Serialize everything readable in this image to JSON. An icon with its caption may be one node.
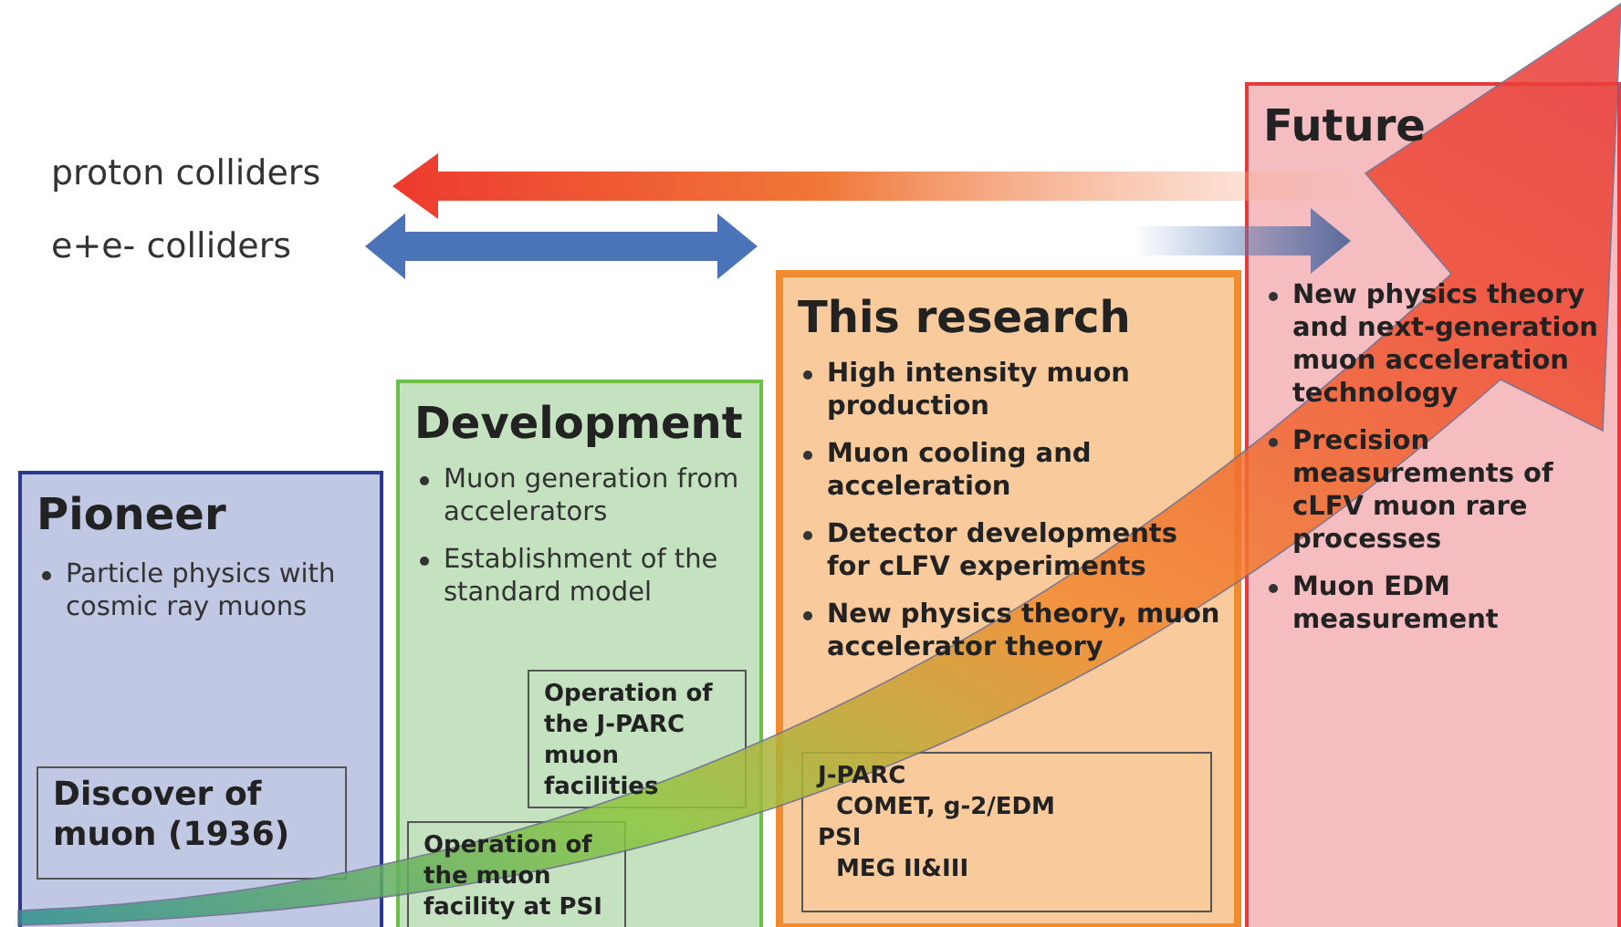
{
  "diagram": {
    "nodes": [
      {
        "text": [
          "Pioneer",
          "Particle physics with cosmic ray muons"
        ]
      },
      {
        "text": [
          "Discover of muon (1936)"
        ],
        "in": 0
      },
      {
        "text": [
          "Development",
          "Muon generation from accelerators",
          "Establishment of the standard model"
        ]
      },
      {
        "text": [
          "Operation of the J-PARC muon facilities"
        ],
        "in": 2
      },
      {
        "text": [
          "Operation of the muon facility at PSI"
        ],
        "in": 2
      },
      {
        "text": [
          "This research",
          "High intensity muon production",
          "Muon cooling and acceleration",
          "Detector developments for cLFV experiments",
          "New physics theory, muon accelerator theory"
        ]
      },
      {
        "text": [
          "J-PARC",
          "COMET, g-2/EDM",
          "PSI",
          "MEG II&III"
        ],
        "in": 5
      },
      {
        "text": [
          "Future",
          "New physics theory and next-generation muon acceleration technology",
          "Precision measurements of cLFV muon rare processes",
          "Muon EDM measurement"
        ]
      }
    ],
    "labels": [
      "proton colliders",
      "e+e- colliders"
    ]
  }
}
